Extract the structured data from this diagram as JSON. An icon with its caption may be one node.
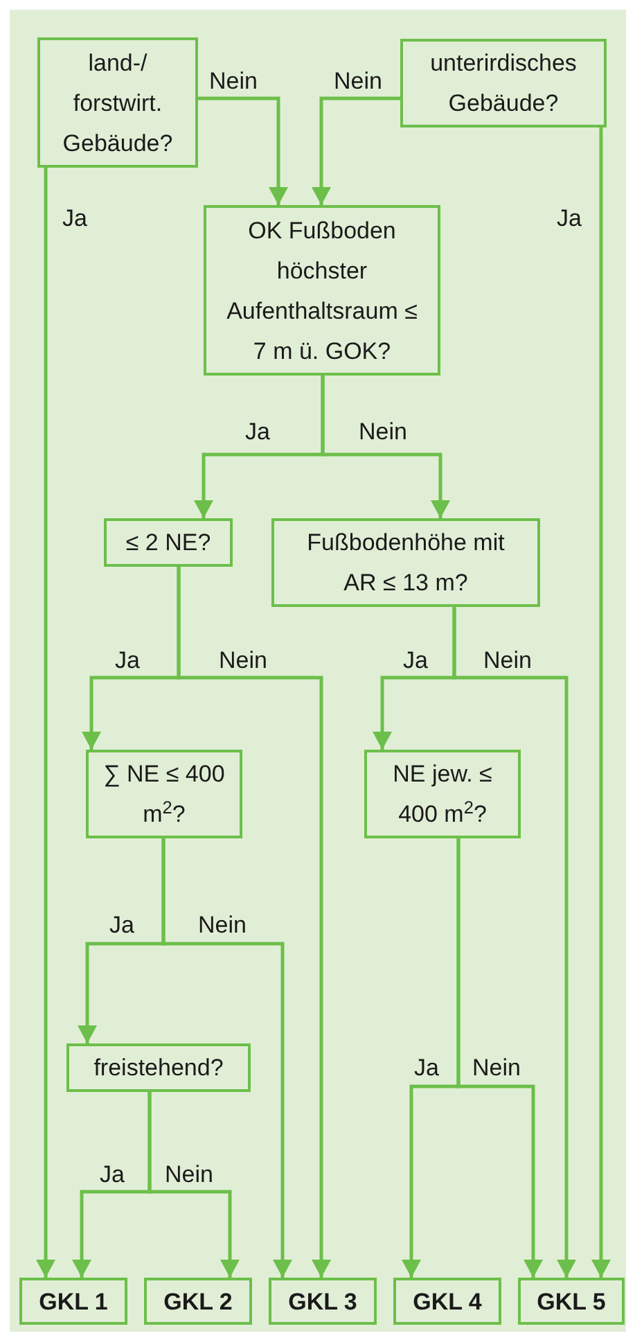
{
  "diagram": {
    "nodes": [
      {
        "text": [
          "land-/ forstwirt. Gebäude?"
        ]
      },
      {
        "text": [
          "unterirdisches Gebäude?"
        ]
      },
      {
        "text": [
          "OK Fußboden höchster Aufenthaltsraum ≤ 7 m ü. GOK?"
        ]
      },
      {
        "text": [
          "≤ 2 NE?"
        ]
      },
      {
        "text": [
          "Fußbodenhöhe mit AR ≤ 13 m?"
        ]
      },
      {
        "text": [
          "∑ NE ≤ 400 m$^{2}$?"
        ]
      },
      {
        "text": [
          "NE jew. ≤ 400 m$^{2}$?"
        ]
      },
      {
        "text": [
          "freistehend?"
        ]
      },
      {
        "text": [
          "GKL 1"
        ]
      },
      {
        "text": [
          "GKL 2"
        ]
      },
      {
        "text": [
          "GKL 3"
        ]
      },
      {
        "text": [
          "GKL 4"
        ]
      },
      {
        "text": [
          "GKL 5"
        ]
      }
    ],
    "edges": [
      {
        "from": 0,
        "to": 8,
        "arrow": "to",
        "label": "Ja"
      },
      {
        "from": 0,
        "to": 2,
        "arrow": "to",
        "label": "Nein"
      },
      {
        "from": 1,
        "to": 2,
        "arrow": "to",
        "label": "Nein"
      },
      {
        "from": 1,
        "to": 12,
        "arrow": "to",
        "label": "Ja"
      },
      {
        "from": 2,
        "to": 3,
        "arrow": "to",
        "label": "Ja"
      },
      {
        "from": 2,
        "to": 4,
        "arrow": "to",
        "label": "Nein"
      },
      {
        "from": 3,
        "to": 5,
        "arrow": "to",
        "label": "Ja"
      },
      {
        "from": 3,
        "to": 10,
        "arrow": "to",
        "label": "Nein"
      },
      {
        "from": 4,
        "to": 6,
        "arrow": "to",
        "label": "Ja"
      },
      {
        "from": 4,
        "to": 12,
        "arrow": "to",
        "label": "Nein"
      },
      {
        "from": 5,
        "to": 7,
        "arrow": "to",
        "label": "Ja"
      },
      {
        "from": 5,
        "to": 10,
        "arrow": "to",
        "label": "Nein"
      },
      {
        "from": 6,
        "to": 11,
        "arrow": "to",
        "label": "Ja"
      },
      {
        "from": 6,
        "to": 12,
        "arrow": "to",
        "label": "Nein"
      },
      {
        "from": 7,
        "to": 8,
        "arrow": "to",
        "label": "Ja"
      },
      {
        "from": 7,
        "to": 9,
        "arrow": "to",
        "label": "Nein"
      }
    ]
  }
}
